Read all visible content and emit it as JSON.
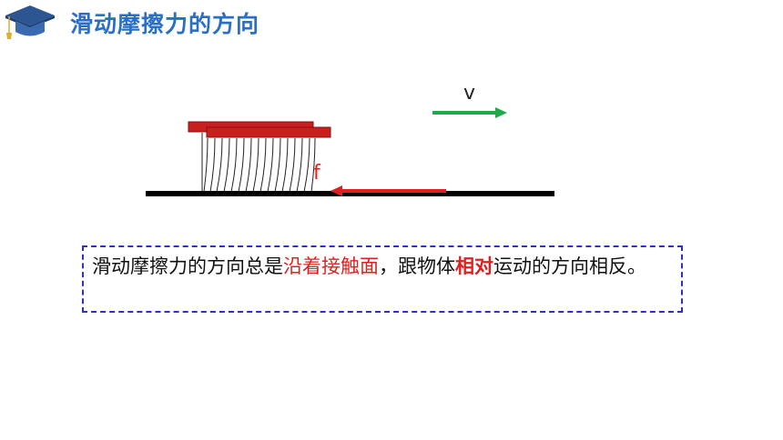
{
  "header": {
    "title": "滑动摩擦力的方向",
    "icon": "graduation-cap-icon"
  },
  "diagram": {
    "velocity_label": "v",
    "friction_label": "f",
    "colors": {
      "velocity_arrow": "#1faa4a",
      "friction_arrow": "#e02020",
      "block": "#c8201e",
      "ground": "#000000"
    }
  },
  "note": {
    "part1": "滑动摩擦力的方向总是",
    "part2": "沿着接触面",
    "part3": "，跟物体",
    "part4": "相对",
    "part5": "运动的方向相反。"
  }
}
